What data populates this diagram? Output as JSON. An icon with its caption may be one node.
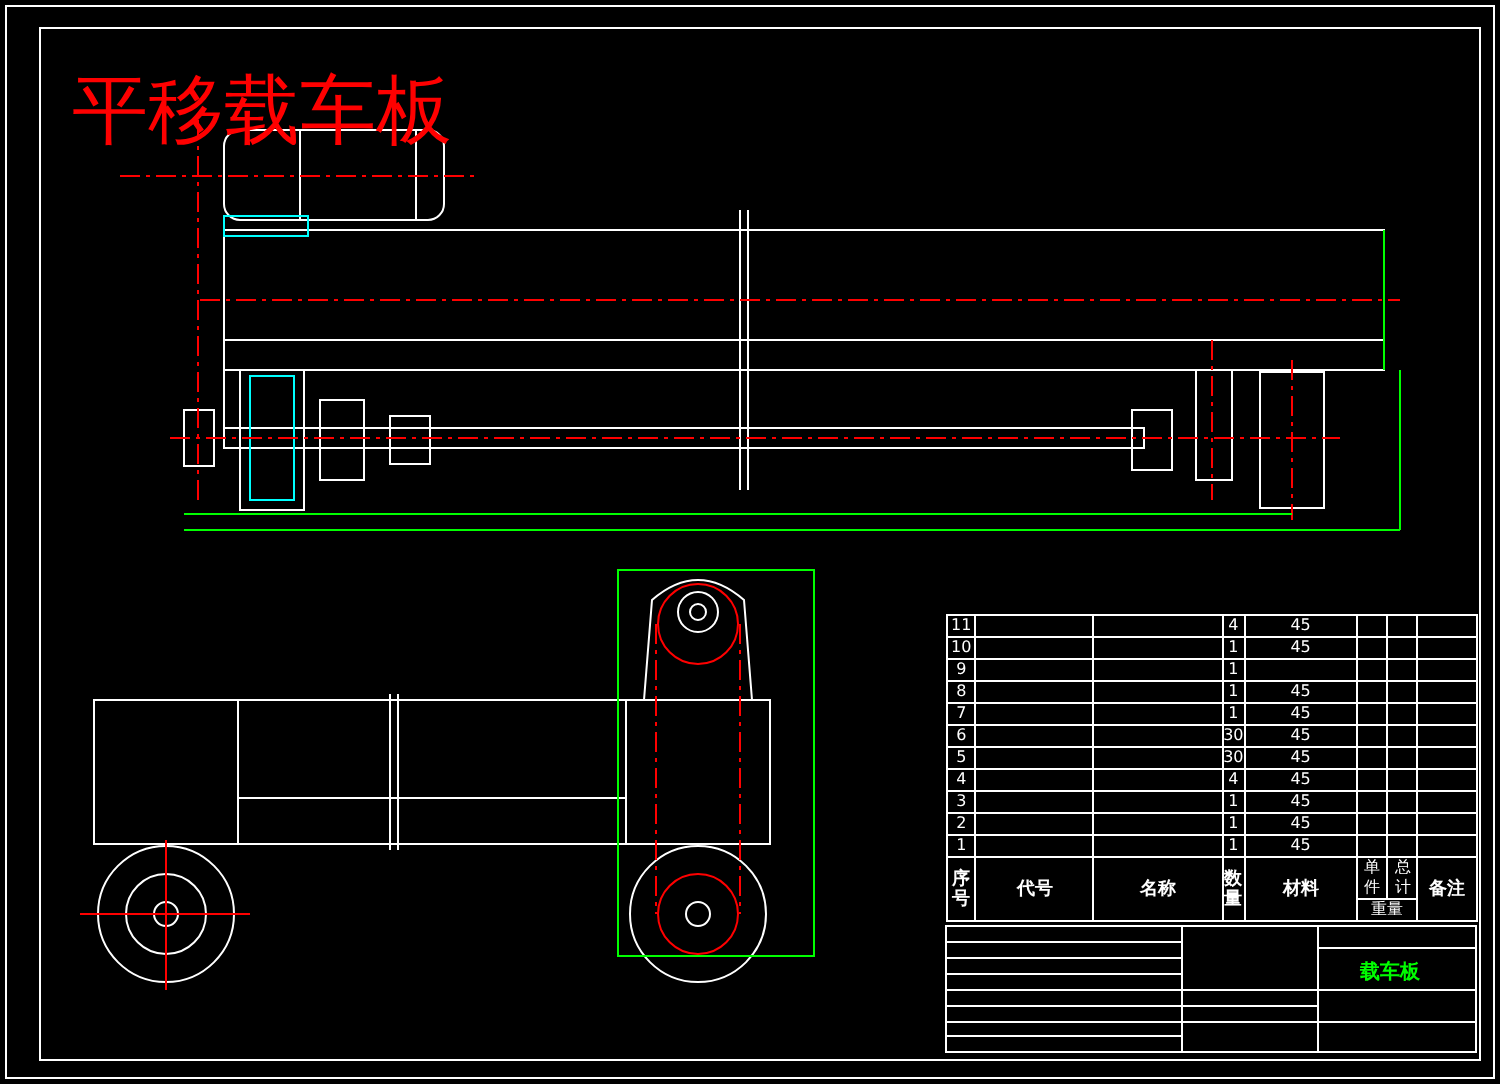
{
  "diagram": {
    "title": "平移载车板",
    "labels": [
      "11",
      "4",
      "45",
      "10",
      "1",
      "45",
      "9",
      "1",
      "8",
      "1",
      "45",
      "7",
      "1",
      "45",
      "6",
      "30",
      "45",
      "5",
      "30",
      "45",
      "4",
      "4",
      "45",
      "3",
      "1",
      "45",
      "2",
      "1",
      "45",
      "1",
      "1",
      "45",
      "序号",
      "代号",
      "名称",
      "数量",
      "材料",
      "单件",
      "总计",
      "重量",
      "备注",
      "载车板"
    ]
  }
}
